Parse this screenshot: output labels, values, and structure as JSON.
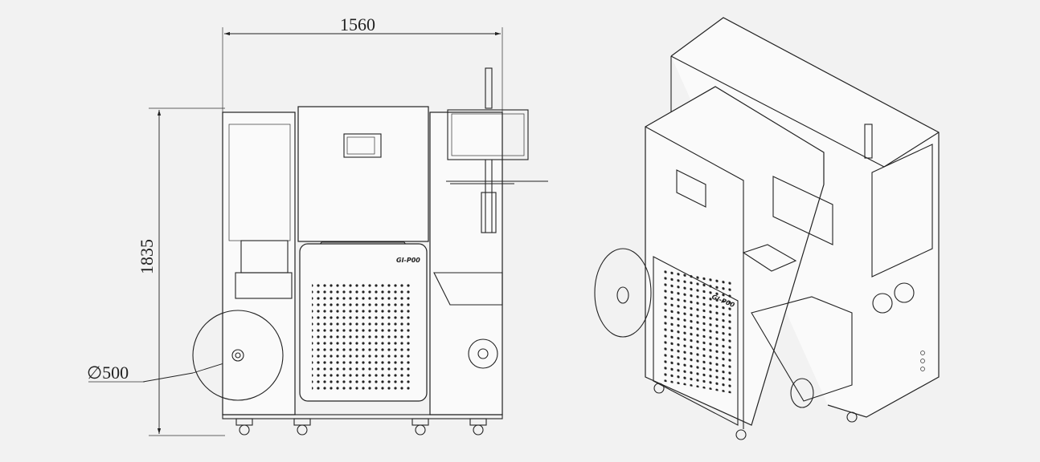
{
  "dimensions": {
    "width_label": "1560",
    "height_label": "1835",
    "diameter_label": "∅500"
  },
  "machine": {
    "badge_front": "GI-P00",
    "badge_iso": "GI-P00"
  }
}
